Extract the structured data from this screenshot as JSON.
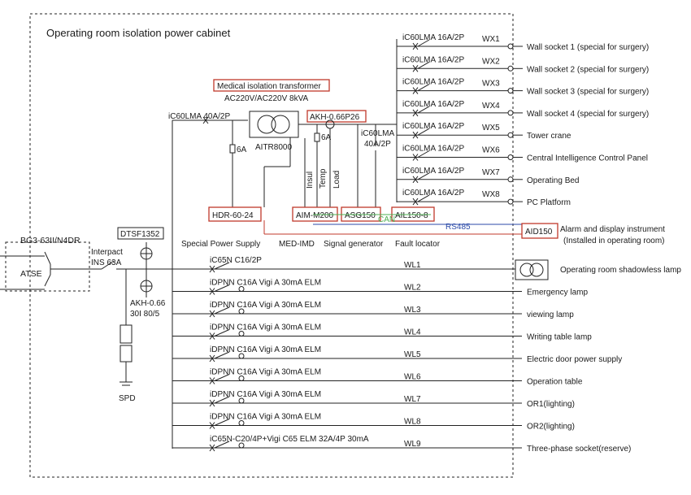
{
  "cabinet": {
    "title": "Operating room isolation power cabinet"
  },
  "transformer": {
    "name": "Medical isolation transformer",
    "rating": "AC220V/AC220V 8kVA",
    "model": "AITR8000",
    "in_breaker": "iC60LMA 40A/2P",
    "out_breaker_a": "iC60LMA",
    "out_breaker_b": "40A/2P",
    "fuse_label": "6A",
    "fuse2_label": "6A"
  },
  "akh_top": "AKH-0.66P26",
  "med_lines": {
    "insul": "Insul",
    "temp": "Temp",
    "load": "Load"
  },
  "modules": [
    {
      "name": "HDR-60-24",
      "caption": "Special Power Supply"
    },
    {
      "name": "AIM-M200",
      "caption": "MED-IMD"
    },
    {
      "name": "ASG150",
      "caption": "Signal generator"
    },
    {
      "name": "AIL150-8",
      "caption": "Fault locator"
    }
  ],
  "bus": {
    "can": "CAN",
    "rs485": "RS485"
  },
  "alarm": {
    "name": "AID150",
    "line1": "Alarm and display instrument",
    "line2": "(Installed in operating room)"
  },
  "wx_circuits": [
    {
      "breaker": "iC60LMA 16A/2P",
      "id": "WX1",
      "load": "Wall socket 1 (special for surgery)"
    },
    {
      "breaker": "iC60LMA 16A/2P",
      "id": "WX2",
      "load": "Wall socket 2 (special for surgery)"
    },
    {
      "breaker": "iC60LMA 16A/2P",
      "id": "WX3",
      "load": "Wall socket 3 (special for surgery)"
    },
    {
      "breaker": "iC60LMA 16A/2P",
      "id": "WX4",
      "load": "Wall socket 4 (special for surgery)"
    },
    {
      "breaker": "iC60LMA 16A/2P",
      "id": "WX5",
      "load": "Tower crane"
    },
    {
      "breaker": "iC60LMA 16A/2P",
      "id": "WX6",
      "load": "Central Intelligence Control Panel"
    },
    {
      "breaker": "iC60LMA 16A/2P",
      "id": "WX7",
      "load": "Operating Bed"
    },
    {
      "breaker": "iC60LMA 16A/2P",
      "id": "WX8",
      "load": "PC Platform"
    }
  ],
  "incoming": {
    "ats": "BG3-63II/N4DR",
    "ats_label": "ATSE",
    "interpact_a": "Interpact",
    "interpact_b": "INS 63A",
    "dtsf": "DTSF1352",
    "akh_a": "AKH-0.66",
    "akh_b": "30I 80/5",
    "spd": "SPD"
  },
  "wl_circuits": [
    {
      "breaker": "iC65N C16/2P",
      "id": "WL1",
      "load": "Operating room shadowless lamp"
    },
    {
      "breaker": "iDPNN C16A Vigi A 30mA ELM",
      "id": "WL2",
      "load": "Emergency lamp"
    },
    {
      "breaker": "iDPNN C16A Vigi A 30mA ELM",
      "id": "WL3",
      "load": "viewing lamp"
    },
    {
      "breaker": "iDPNN C16A Vigi A 30mA ELM",
      "id": "WL4",
      "load": "Writing table lamp"
    },
    {
      "breaker": "iDPNN C16A Vigi A 30mA ELM",
      "id": "WL5",
      "load": "Electric door power supply"
    },
    {
      "breaker": "iDPNN C16A Vigi A 30mA ELM",
      "id": "WL6",
      "load": "Operation table"
    },
    {
      "breaker": "iDPNN C16A Vigi A 30mA ELM",
      "id": "WL7",
      "load": "OR1(lighting)"
    },
    {
      "breaker": "iDPNN C16A Vigi A 30mA ELM",
      "id": "WL8",
      "load": "OR2(lighting)"
    },
    {
      "breaker": "iC65N-C20/4P+Vigi C65 ELM 32A/4P 30mA",
      "id": "WL9",
      "load": "Three-phase socket(reserve)"
    }
  ],
  "colors": {
    "red": "#c0392b",
    "blue": "#2b4aa8",
    "green": "#4caf50"
  }
}
